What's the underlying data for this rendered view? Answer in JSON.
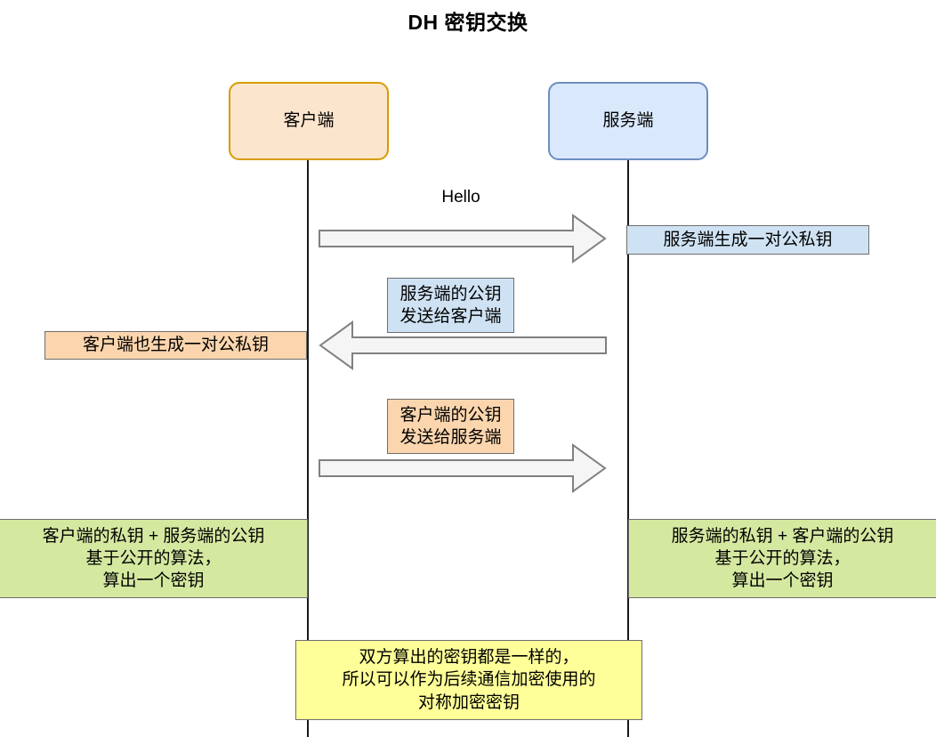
{
  "title": "DH 密钥交换",
  "actors": {
    "client": {
      "label": "客户端"
    },
    "server": {
      "label": "服务端"
    }
  },
  "messages": [
    {
      "label": "Hello",
      "direction": "right"
    },
    {
      "label": "服务端的公钥\n发送给客户端",
      "direction": "left"
    },
    {
      "label": "客户端的公钥\n发送给服务端",
      "direction": "right"
    }
  ],
  "notes": {
    "server_keygen": "服务端生成一对公私钥",
    "client_keygen": "客户端也生成一对公私钥",
    "msg2_label": "服务端的公钥\n发送给客户端",
    "msg3_label": "客户端的公钥\n发送给服务端",
    "client_secret": "客户端的私钥 + 服务端的公钥\n基于公开的算法，\n算出一个密钥",
    "server_secret": "服务端的私钥 +  客户端的公钥\n基于公开的算法，\n算出一个密钥",
    "conclusion": "双方算出的密钥都是一样的，\n所以可以作为后续通信加密使用的\n对称加密密钥"
  },
  "colors": {
    "client_fill": "#fce5cd",
    "client_stroke": "#d79b00",
    "server_fill": "#dae8fc",
    "server_stroke": "#6c8ebf",
    "note_blue": "#cfe2f3",
    "note_orange": "#fbd5ad",
    "note_green": "#d5e8a0",
    "note_yellow": "#ffff99",
    "arrow_fill": "#f5f5f5",
    "arrow_stroke": "#808080",
    "lifeline": "#1a1a1a"
  }
}
